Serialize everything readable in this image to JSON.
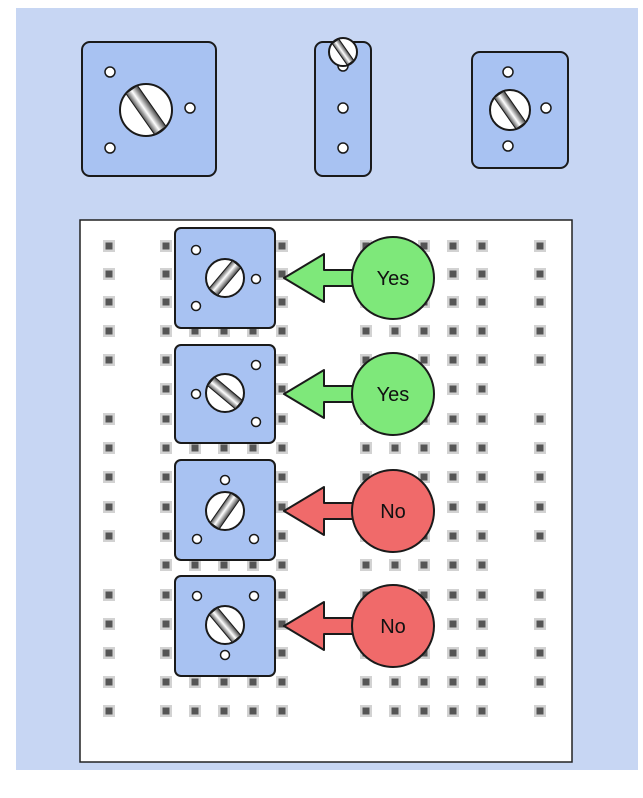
{
  "colors": {
    "background": "#c7d6f3",
    "pot_fill": "#a8c2f2",
    "outline": "#1a1a1a",
    "breadboard": "#ffffff",
    "hole_outer": "#d2d2d2",
    "hole_inner": "#555555",
    "yes": "#7ee87a",
    "no": "#f06a6a"
  },
  "potentiometers_top": [
    {
      "name": "square-potentiometer",
      "icon": "trimpot-square"
    },
    {
      "name": "strip-potentiometer",
      "icon": "trimpot-strip"
    },
    {
      "name": "small-potentiometer",
      "icon": "trimpot-small"
    }
  ],
  "placements": [
    {
      "label": "Yes",
      "status": "yes"
    },
    {
      "label": "Yes",
      "status": "yes"
    },
    {
      "label": "No",
      "status": "no"
    },
    {
      "label": "No",
      "status": "no"
    }
  ]
}
